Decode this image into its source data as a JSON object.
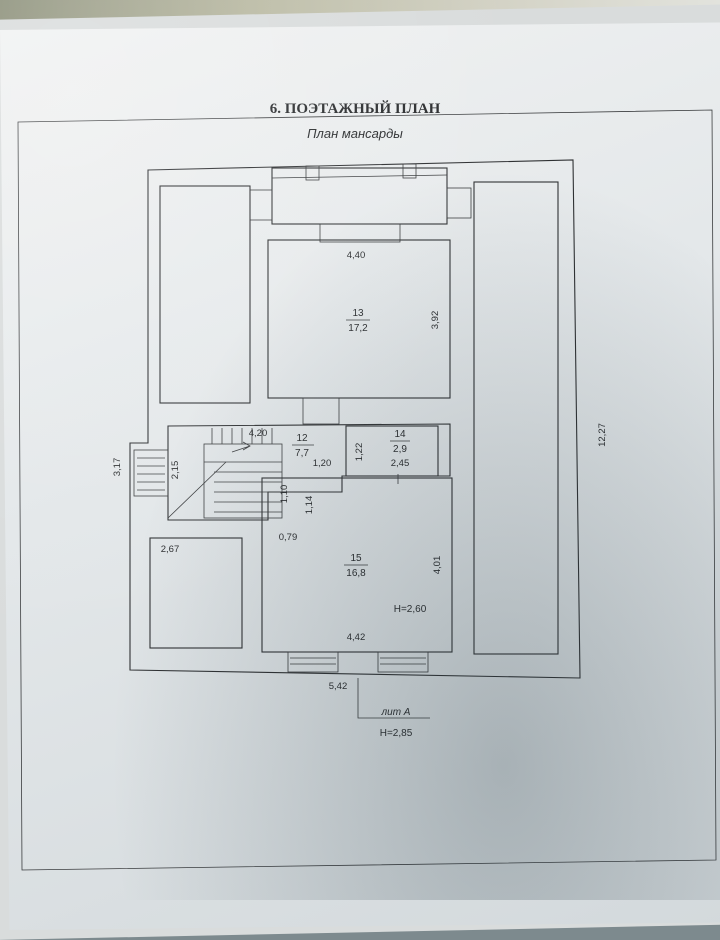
{
  "heading": "6. ПОЭТАЖНЫЙ ПЛАН",
  "subheading": "План мансарды",
  "dimensions": {
    "room13_width": "4,40",
    "room13_height": "3,92",
    "total_length": "12,27",
    "left_wall": "3,17",
    "stair_w": "2,15",
    "stair_d": "4,20",
    "room12_w": "1,20",
    "room14_h": "1,22",
    "room14_w": "2,45",
    "d110": "1,10",
    "d114": "1,14",
    "d079": "0,79",
    "room15_height": "4,01",
    "room15_width": "4,42",
    "left_room": "2,67",
    "total_width": "5,42",
    "height_room": "Н=2,60"
  },
  "rooms": [
    {
      "number": "13",
      "area": "17,2"
    },
    {
      "number": "12",
      "area": "7,7"
    },
    {
      "number": "14",
      "area": "2,9"
    },
    {
      "number": "15",
      "area": "16,8"
    }
  ],
  "stamp": {
    "lit": "лит А",
    "height": "Н=2,85"
  }
}
